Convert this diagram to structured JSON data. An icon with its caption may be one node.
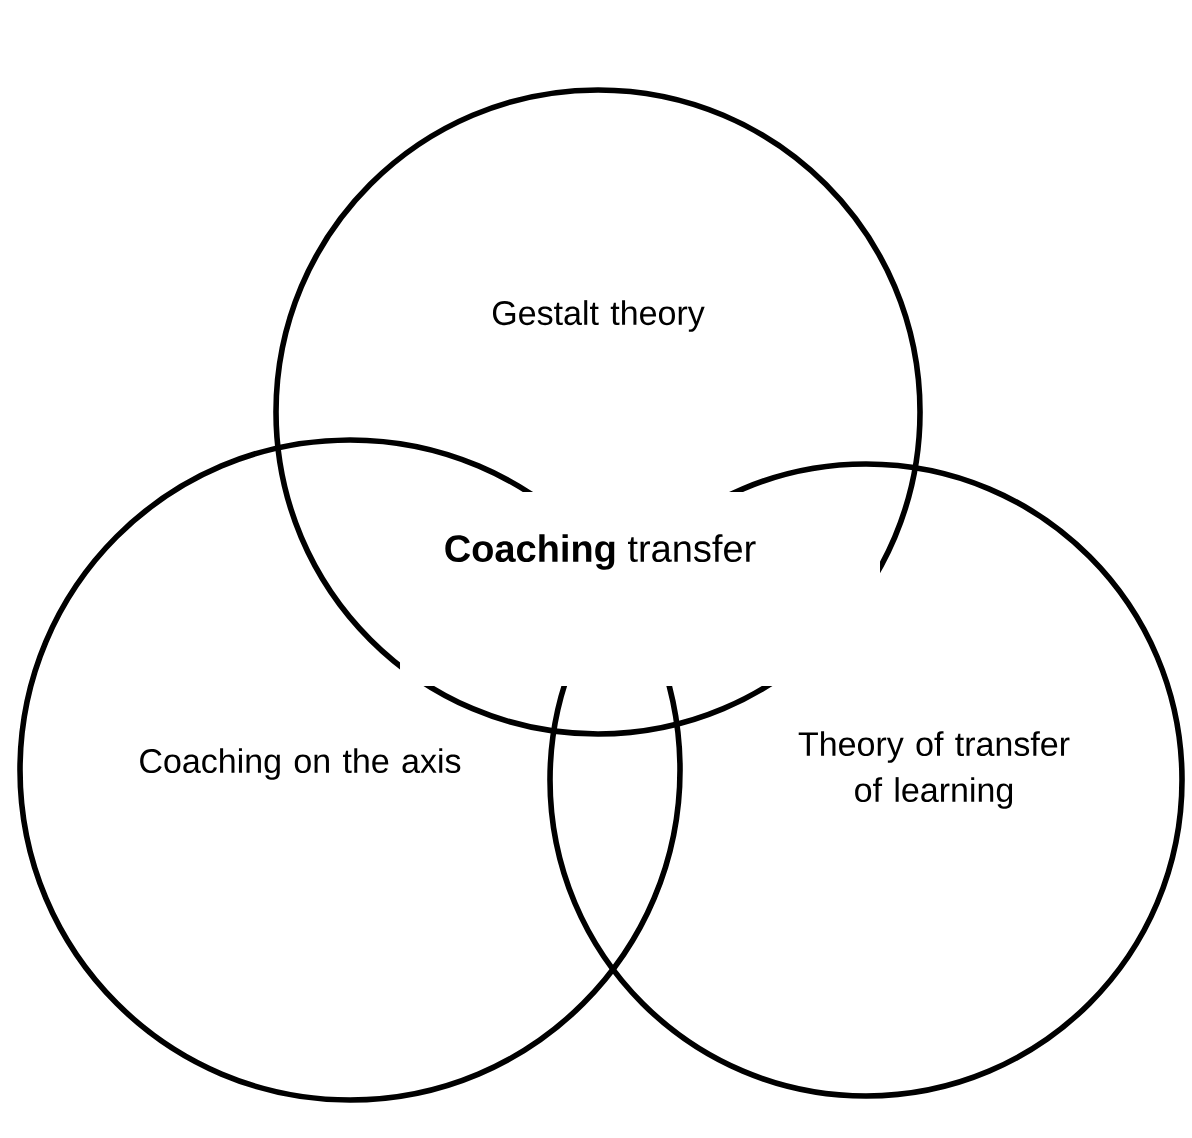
{
  "diagram": {
    "nodes": [
      {
        "text": [
          "Gestalt theory"
        ]
      },
      {
        "text": [
          "Coaching on the axis"
        ]
      },
      {
        "text": [
          "Theory of transfer of learning"
        ]
      }
    ],
    "labels": [
      "**Coaching** transfer"
    ]
  }
}
